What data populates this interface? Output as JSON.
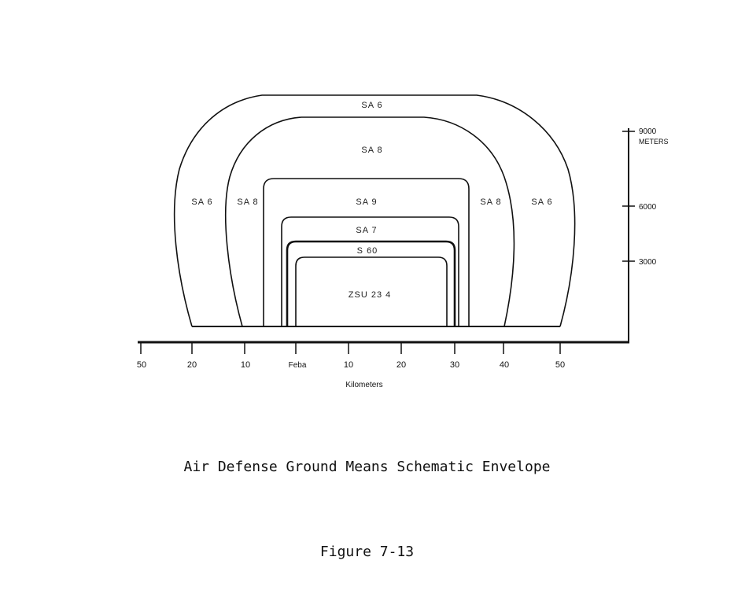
{
  "envelope_labels": {
    "sa6_top": "SA 6",
    "sa8_top": "SA 8",
    "sa6_left": "SA 6",
    "sa8_left": "SA 8",
    "sa9": "SA 9",
    "sa8_right": "SA 8",
    "sa6_right": "SA 6",
    "sa7": "SA 7",
    "s60": "S 60",
    "zsu": "ZSU 23 4"
  },
  "x_axis": {
    "ticks": [
      "50",
      "20",
      "10",
      "Feba",
      "10",
      "20",
      "30",
      "40",
      "50"
    ],
    "label": "Kilometers"
  },
  "y_axis": {
    "ticks": [
      "9000",
      "6000",
      "3000"
    ],
    "unit": "METERS"
  },
  "title": "Air Defense Ground Means Schematic Envelope",
  "figure_number": "Figure 7-13"
}
